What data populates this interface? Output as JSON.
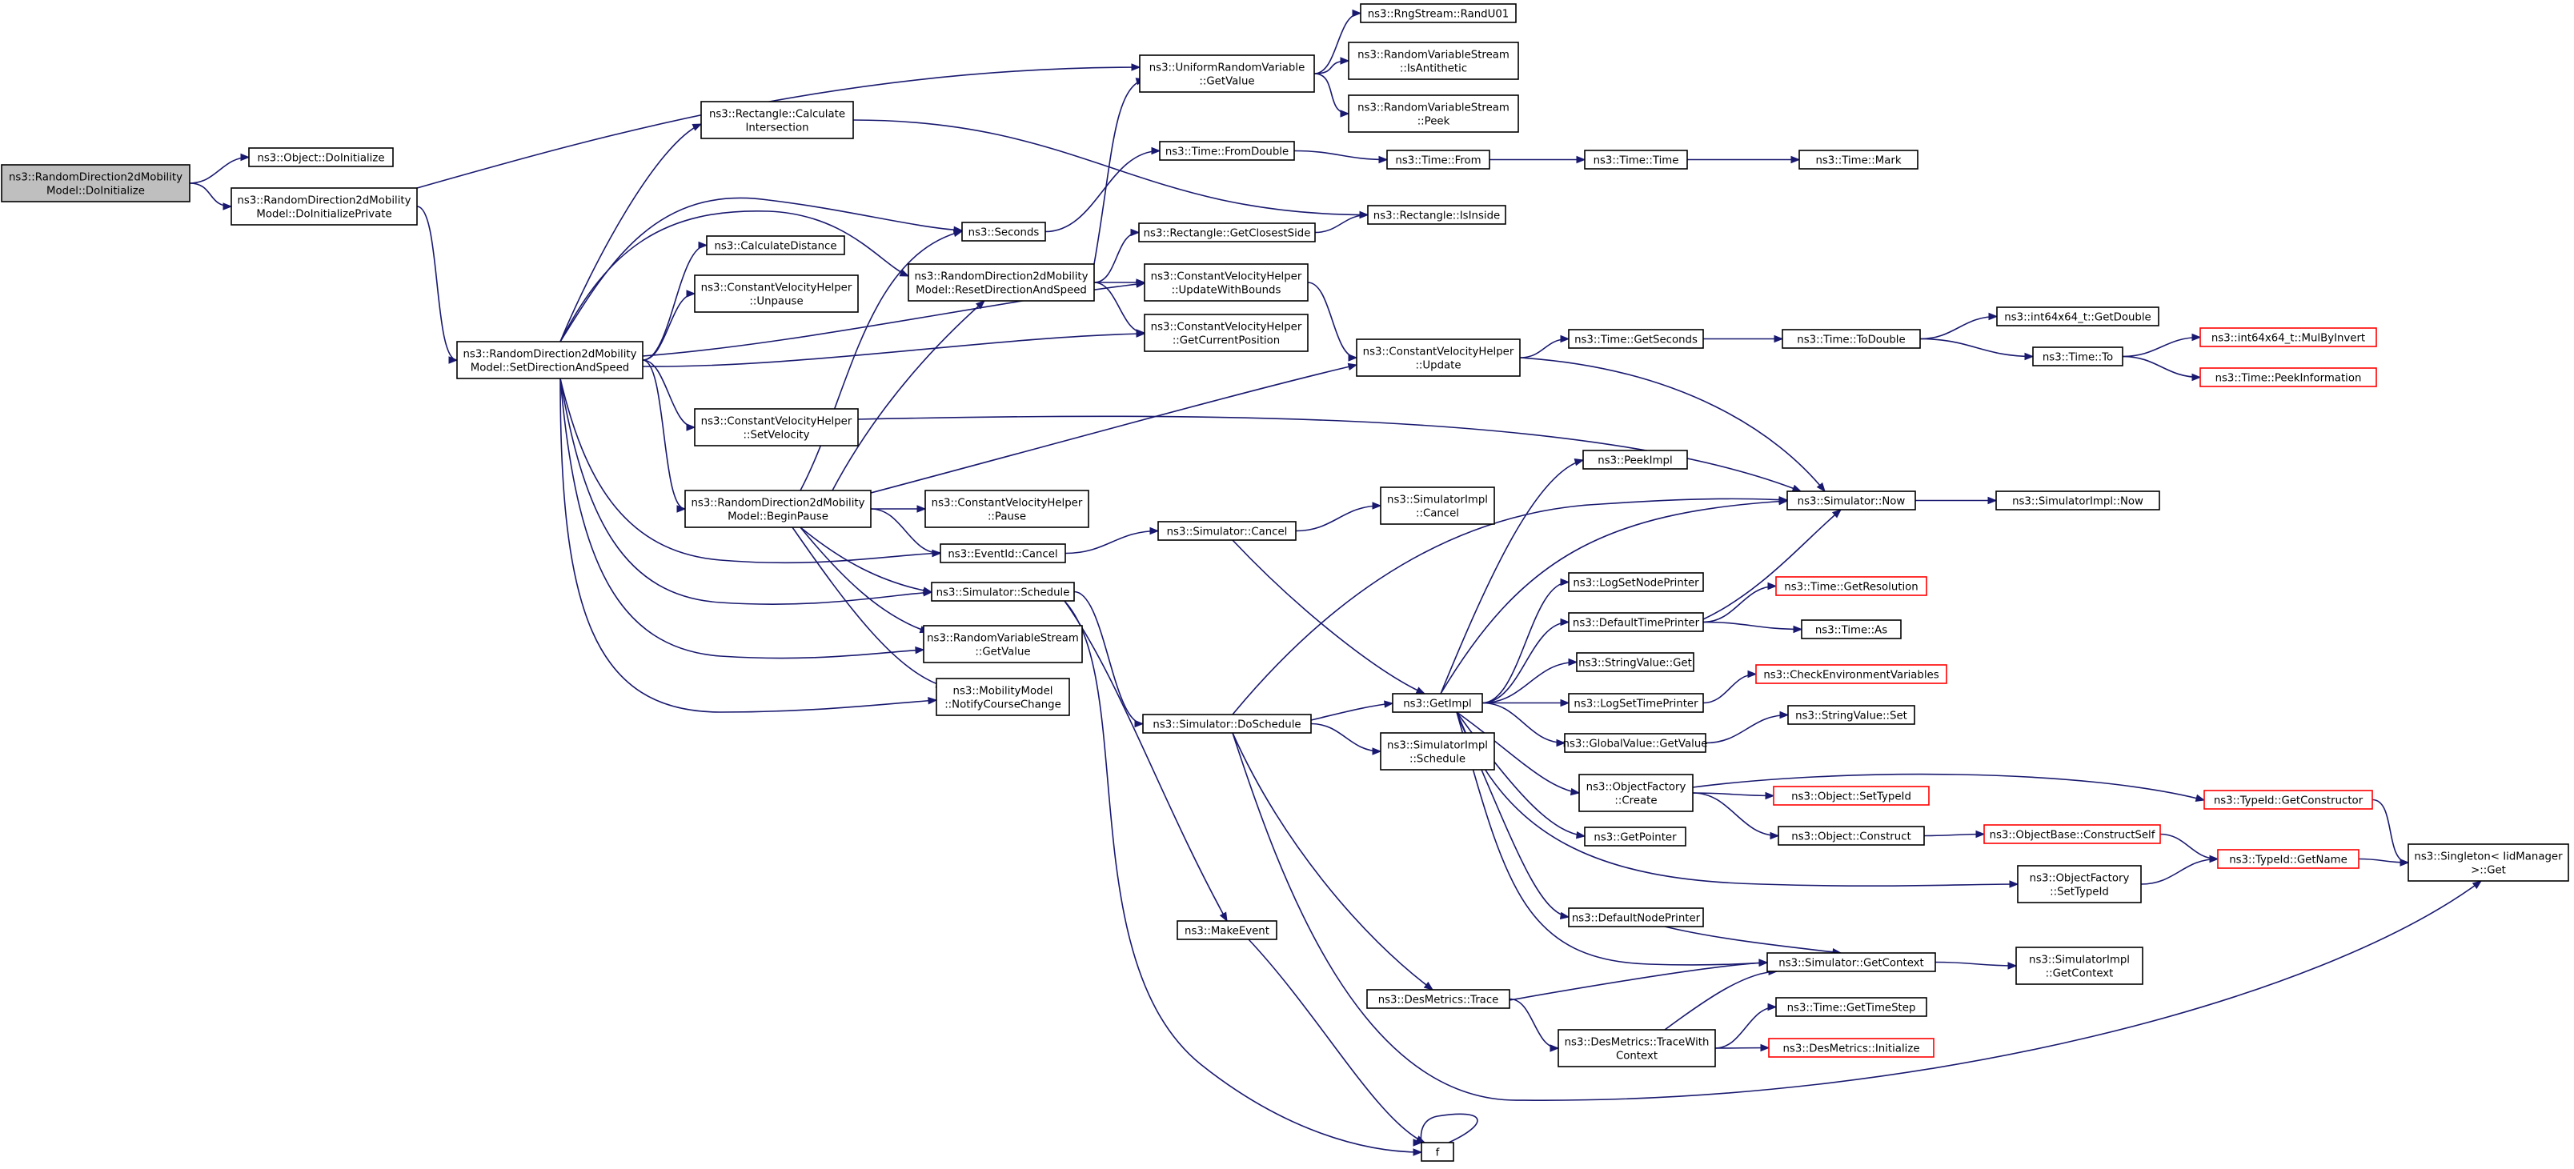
{
  "graph": {
    "edge_color": "#191970",
    "root_fill": "#bfbfbf",
    "truncated_border_color": "#ff0000",
    "nodes": [
      {
        "id": "root",
        "lines": [
          "ns3::RandomDirection2dMobility",
          "Model::DoInitialize"
        ],
        "style": "root"
      },
      {
        "id": "objDoInit",
        "lines": [
          "ns3::Object::DoInitialize"
        ]
      },
      {
        "id": "doInitPriv",
        "lines": [
          "ns3::RandomDirection2dMobility",
          "Model::DoInitializePrivate"
        ]
      },
      {
        "id": "setDir",
        "lines": [
          "ns3::RandomDirection2dMobility",
          "Model::SetDirectionAndSpeed"
        ]
      },
      {
        "id": "rectCalc",
        "lines": [
          "ns3::Rectangle::Calculate",
          "Intersection"
        ]
      },
      {
        "id": "calcDist",
        "lines": [
          "ns3::CalculateDistance"
        ]
      },
      {
        "id": "cvhUnpause",
        "lines": [
          "ns3::ConstantVelocityHelper",
          "::Unpause"
        ]
      },
      {
        "id": "cvhSetVel",
        "lines": [
          "ns3::ConstantVelocityHelper",
          "::SetVelocity"
        ]
      },
      {
        "id": "beginPause",
        "lines": [
          "ns3::RandomDirection2dMobility",
          "Model::BeginPause"
        ]
      },
      {
        "id": "seconds",
        "lines": [
          "ns3::Seconds"
        ]
      },
      {
        "id": "resetDir",
        "lines": [
          "ns3::RandomDirection2dMobility",
          "Model::ResetDirectionAndSpeed"
        ]
      },
      {
        "id": "cvhPause",
        "lines": [
          "ns3::ConstantVelocityHelper",
          "::Pause"
        ]
      },
      {
        "id": "eventCancel",
        "lines": [
          "ns3::EventId::Cancel"
        ]
      },
      {
        "id": "simSchedule",
        "lines": [
          "ns3::Simulator::Schedule"
        ]
      },
      {
        "id": "rvsGetValue",
        "lines": [
          "ns3::RandomVariableStream",
          "::GetValue"
        ]
      },
      {
        "id": "mmNotify",
        "lines": [
          "ns3::MobilityModel",
          "::NotifyCourseChange"
        ]
      },
      {
        "id": "urvGetValue",
        "lines": [
          "ns3::UniformRandomVariable",
          "::GetValue"
        ]
      },
      {
        "id": "timeFromDouble",
        "lines": [
          "ns3::Time::FromDouble"
        ]
      },
      {
        "id": "rectClosest",
        "lines": [
          "ns3::Rectangle::GetClosestSide"
        ]
      },
      {
        "id": "cvhUpdBounds",
        "lines": [
          "ns3::ConstantVelocityHelper",
          "::UpdateWithBounds"
        ]
      },
      {
        "id": "cvhGetPos",
        "lines": [
          "ns3::ConstantVelocityHelper",
          "::GetCurrentPosition"
        ]
      },
      {
        "id": "cvhUpdate",
        "lines": [
          "ns3::ConstantVelocityHelper",
          "::Update"
        ]
      },
      {
        "id": "simCancel",
        "lines": [
          "ns3::Simulator::Cancel"
        ]
      },
      {
        "id": "simDoSchedule",
        "lines": [
          "ns3::Simulator::DoSchedule"
        ]
      },
      {
        "id": "makeEvent",
        "lines": [
          "ns3::MakeEvent"
        ]
      },
      {
        "id": "f",
        "lines": [
          "f"
        ]
      },
      {
        "id": "rngRand",
        "lines": [
          "ns3::RngStream::RandU01"
        ]
      },
      {
        "id": "rvsAnti",
        "lines": [
          "ns3::RandomVariableStream",
          "::IsAntithetic"
        ]
      },
      {
        "id": "rvsPeek",
        "lines": [
          "ns3::RandomVariableStream",
          "::Peek"
        ]
      },
      {
        "id": "timeFrom",
        "lines": [
          "ns3::Time::From"
        ]
      },
      {
        "id": "rectIsInside",
        "lines": [
          "ns3::Rectangle::IsInside"
        ]
      },
      {
        "id": "simImplCancel",
        "lines": [
          "ns3::SimulatorImpl",
          "::Cancel"
        ]
      },
      {
        "id": "getImpl",
        "lines": [
          "ns3::GetImpl"
        ]
      },
      {
        "id": "simImplSchedule",
        "lines": [
          "ns3::SimulatorImpl",
          "::Schedule"
        ]
      },
      {
        "id": "desTrace",
        "lines": [
          "ns3::DesMetrics::Trace"
        ]
      },
      {
        "id": "timeTime",
        "lines": [
          "ns3::Time::Time"
        ]
      },
      {
        "id": "timeGetSeconds",
        "lines": [
          "ns3::Time::GetSeconds"
        ]
      },
      {
        "id": "peekImpl",
        "lines": [
          "ns3::PeekImpl"
        ]
      },
      {
        "id": "logSetNode",
        "lines": [
          "ns3::LogSetNodePrinter"
        ]
      },
      {
        "id": "defTimePrinter",
        "lines": [
          "ns3::DefaultTimePrinter"
        ]
      },
      {
        "id": "strGet",
        "lines": [
          "ns3::StringValue::Get"
        ]
      },
      {
        "id": "logSetTime",
        "lines": [
          "ns3::LogSetTimePrinter"
        ]
      },
      {
        "id": "gvGetValue",
        "lines": [
          "ns3::GlobalValue::GetValue"
        ]
      },
      {
        "id": "ofCreate",
        "lines": [
          "ns3::ObjectFactory",
          "::Create"
        ]
      },
      {
        "id": "getPointer",
        "lines": [
          "ns3::GetPointer"
        ]
      },
      {
        "id": "defNodePrinter",
        "lines": [
          "ns3::DefaultNodePrinter"
        ]
      },
      {
        "id": "desTraceCtx",
        "lines": [
          "ns3::DesMetrics::TraceWith",
          "Context"
        ]
      },
      {
        "id": "timeMark",
        "lines": [
          "ns3::Time::Mark"
        ]
      },
      {
        "id": "timeToDouble",
        "lines": [
          "ns3::Time::ToDouble"
        ]
      },
      {
        "id": "simNow",
        "lines": [
          "ns3::Simulator::Now"
        ]
      },
      {
        "id": "timeGetRes",
        "lines": [
          "ns3::Time::GetResolution"
        ],
        "style": "truncated"
      },
      {
        "id": "timeAs",
        "lines": [
          "ns3::Time::As"
        ]
      },
      {
        "id": "checkEnv",
        "lines": [
          "ns3::CheckEnvironmentVariables"
        ],
        "style": "truncated"
      },
      {
        "id": "strSet",
        "lines": [
          "ns3::StringValue::Set"
        ]
      },
      {
        "id": "objSetTypeId",
        "lines": [
          "ns3::Object::SetTypeId"
        ],
        "style": "truncated"
      },
      {
        "id": "objConstruct",
        "lines": [
          "ns3::Object::Construct"
        ]
      },
      {
        "id": "ofSetTypeId",
        "lines": [
          "ns3::ObjectFactory",
          "::SetTypeId"
        ]
      },
      {
        "id": "simGetContext",
        "lines": [
          "ns3::Simulator::GetContext"
        ]
      },
      {
        "id": "timeGetStep",
        "lines": [
          "ns3::Time::GetTimeStep"
        ]
      },
      {
        "id": "desInit",
        "lines": [
          "ns3::DesMetrics::Initialize"
        ],
        "style": "truncated"
      },
      {
        "id": "int64GetDouble",
        "lines": [
          "ns3::int64x64_t::GetDouble"
        ]
      },
      {
        "id": "timeTo",
        "lines": [
          "ns3::Time::To"
        ]
      },
      {
        "id": "simImplNow",
        "lines": [
          "ns3::SimulatorImpl::Now"
        ]
      },
      {
        "id": "typeIdGetCtor",
        "lines": [
          "ns3::TypeId::GetConstructor"
        ],
        "style": "truncated"
      },
      {
        "id": "obConstructSelf",
        "lines": [
          "ns3::ObjectBase::ConstructSelf"
        ],
        "style": "truncated"
      },
      {
        "id": "typeIdGetName",
        "lines": [
          "ns3::TypeId::GetName"
        ],
        "style": "truncated"
      },
      {
        "id": "simImplGetCtx",
        "lines": [
          "ns3::SimulatorImpl",
          "::GetContext"
        ]
      },
      {
        "id": "int64MulByInvert",
        "lines": [
          "ns3::int64x64_t::MulByInvert"
        ],
        "style": "truncated"
      },
      {
        "id": "timePeekInfo",
        "lines": [
          "ns3::Time::PeekInformation"
        ],
        "style": "truncated"
      },
      {
        "id": "singletonGet",
        "lines": [
          "ns3::Singleton< IidManager",
          ">::Get"
        ]
      }
    ],
    "edges": [
      [
        "root",
        "objDoInit"
      ],
      [
        "root",
        "doInitPriv"
      ],
      [
        "doInitPriv",
        "setDir"
      ],
      [
        "doInitPriv",
        "urvGetValue"
      ],
      [
        "setDir",
        "rectCalc"
      ],
      [
        "setDir",
        "seconds"
      ],
      [
        "setDir",
        "calcDist"
      ],
      [
        "setDir",
        "cvhUnpause"
      ],
      [
        "setDir",
        "cvhSetVel"
      ],
      [
        "setDir",
        "beginPause"
      ],
      [
        "setDir",
        "resetDir"
      ],
      [
        "setDir",
        "cvhUpdBounds"
      ],
      [
        "setDir",
        "cvhGetPos"
      ],
      [
        "setDir",
        "eventCancel"
      ],
      [
        "setDir",
        "simSchedule"
      ],
      [
        "setDir",
        "rvsGetValue"
      ],
      [
        "setDir",
        "mmNotify"
      ],
      [
        "rectCalc",
        "rectIsInside"
      ],
      [
        "cvhSetVel",
        "simNow"
      ],
      [
        "beginPause",
        "seconds"
      ],
      [
        "beginPause",
        "resetDir"
      ],
      [
        "beginPause",
        "cvhUpdate"
      ],
      [
        "beginPause",
        "cvhPause"
      ],
      [
        "beginPause",
        "eventCancel"
      ],
      [
        "beginPause",
        "simSchedule"
      ],
      [
        "beginPause",
        "rvsGetValue"
      ],
      [
        "beginPause",
        "mmNotify"
      ],
      [
        "seconds",
        "timeFromDouble"
      ],
      [
        "resetDir",
        "urvGetValue"
      ],
      [
        "resetDir",
        "rectClosest"
      ],
      [
        "resetDir",
        "cvhUpdBounds"
      ],
      [
        "resetDir",
        "cvhGetPos"
      ],
      [
        "eventCancel",
        "simCancel"
      ],
      [
        "simSchedule",
        "simDoSchedule"
      ],
      [
        "simSchedule",
        "makeEvent"
      ],
      [
        "simSchedule",
        "f"
      ],
      [
        "urvGetValue",
        "rngRand"
      ],
      [
        "urvGetValue",
        "rvsAnti"
      ],
      [
        "urvGetValue",
        "rvsPeek"
      ],
      [
        "timeFromDouble",
        "timeFrom"
      ],
      [
        "rectClosest",
        "rectIsInside"
      ],
      [
        "cvhUpdBounds",
        "cvhUpdate"
      ],
      [
        "cvhUpdate",
        "timeGetSeconds"
      ],
      [
        "cvhUpdate",
        "simNow"
      ],
      [
        "simCancel",
        "simImplCancel"
      ],
      [
        "simCancel",
        "getImpl"
      ],
      [
        "simDoSchedule",
        "getImpl"
      ],
      [
        "simDoSchedule",
        "simImplSchedule"
      ],
      [
        "simDoSchedule",
        "desTrace"
      ],
      [
        "simDoSchedule",
        "simNow"
      ],
      [
        "simDoSchedule",
        "singletonGet"
      ],
      [
        "makeEvent",
        "f"
      ],
      [
        "f",
        "f"
      ],
      [
        "timeFrom",
        "timeTime"
      ],
      [
        "timeTime",
        "timeMark"
      ],
      [
        "getImpl",
        "peekImpl"
      ],
      [
        "getImpl",
        "logSetNode"
      ],
      [
        "getImpl",
        "defTimePrinter"
      ],
      [
        "getImpl",
        "strGet"
      ],
      [
        "getImpl",
        "logSetTime"
      ],
      [
        "getImpl",
        "gvGetValue"
      ],
      [
        "getImpl",
        "ofCreate"
      ],
      [
        "getImpl",
        "getPointer"
      ],
      [
        "getImpl",
        "defNodePrinter"
      ],
      [
        "getImpl",
        "simGetContext"
      ],
      [
        "getImpl",
        "ofSetTypeId"
      ],
      [
        "getImpl",
        "simNow"
      ],
      [
        "desTrace",
        "simGetContext"
      ],
      [
        "desTrace",
        "desTraceCtx"
      ],
      [
        "desTraceCtx",
        "simGetContext"
      ],
      [
        "desTraceCtx",
        "timeGetStep"
      ],
      [
        "desTraceCtx",
        "desInit"
      ],
      [
        "timeGetSeconds",
        "timeToDouble"
      ],
      [
        "timeToDouble",
        "int64GetDouble"
      ],
      [
        "timeToDouble",
        "timeTo"
      ],
      [
        "timeTo",
        "int64MulByInvert"
      ],
      [
        "timeTo",
        "timePeekInfo"
      ],
      [
        "simNow",
        "simImplNow"
      ],
      [
        "defTimePrinter",
        "timeGetRes"
      ],
      [
        "defTimePrinter",
        "timeAs"
      ],
      [
        "defTimePrinter",
        "simNow"
      ],
      [
        "logSetTime",
        "checkEnv"
      ],
      [
        "gvGetValue",
        "strSet"
      ],
      [
        "ofCreate",
        "objSetTypeId"
      ],
      [
        "ofCreate",
        "objConstruct"
      ],
      [
        "ofCreate",
        "typeIdGetCtor"
      ],
      [
        "objConstruct",
        "obConstructSelf"
      ],
      [
        "obConstructSelf",
        "typeIdGetName"
      ],
      [
        "ofSetTypeId",
        "typeIdGetName"
      ],
      [
        "typeIdGetCtor",
        "singletonGet"
      ],
      [
        "typeIdGetName",
        "singletonGet"
      ],
      [
        "simGetContext",
        "simImplGetCtx"
      ],
      [
        "defNodePrinter",
        "simGetContext"
      ]
    ]
  }
}
